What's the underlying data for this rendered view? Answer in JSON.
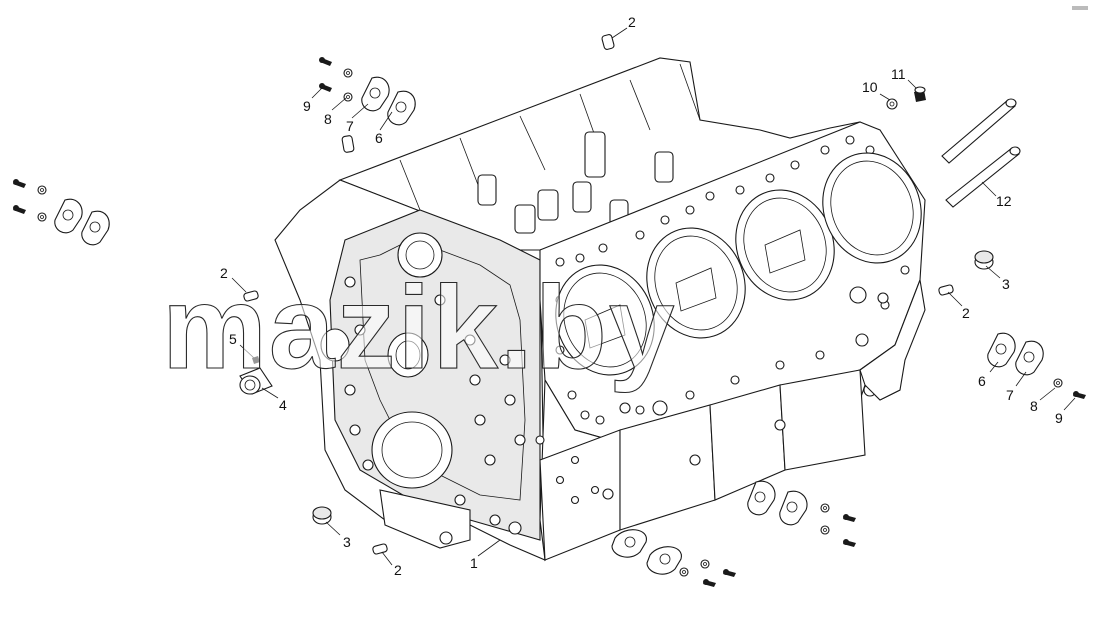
{
  "callouts": {
    "top_2": "2",
    "left_2": "2",
    "bottom_2": "2",
    "right_2": "2",
    "left_3": "3",
    "right_3": "3",
    "label_1": "1",
    "label_4": "4",
    "label_5": "5",
    "top_6": "6",
    "right_6": "6",
    "top_7": "7",
    "right_7": "7",
    "top_8": "8",
    "right_8": "8",
    "top_9": "9",
    "right_9": "9",
    "label_10": "10",
    "label_11": "11",
    "label_12": "12"
  },
  "watermark": "mazik.by",
  "colors": {
    "line": "#1a1a1a",
    "paper": "#ffffff"
  }
}
